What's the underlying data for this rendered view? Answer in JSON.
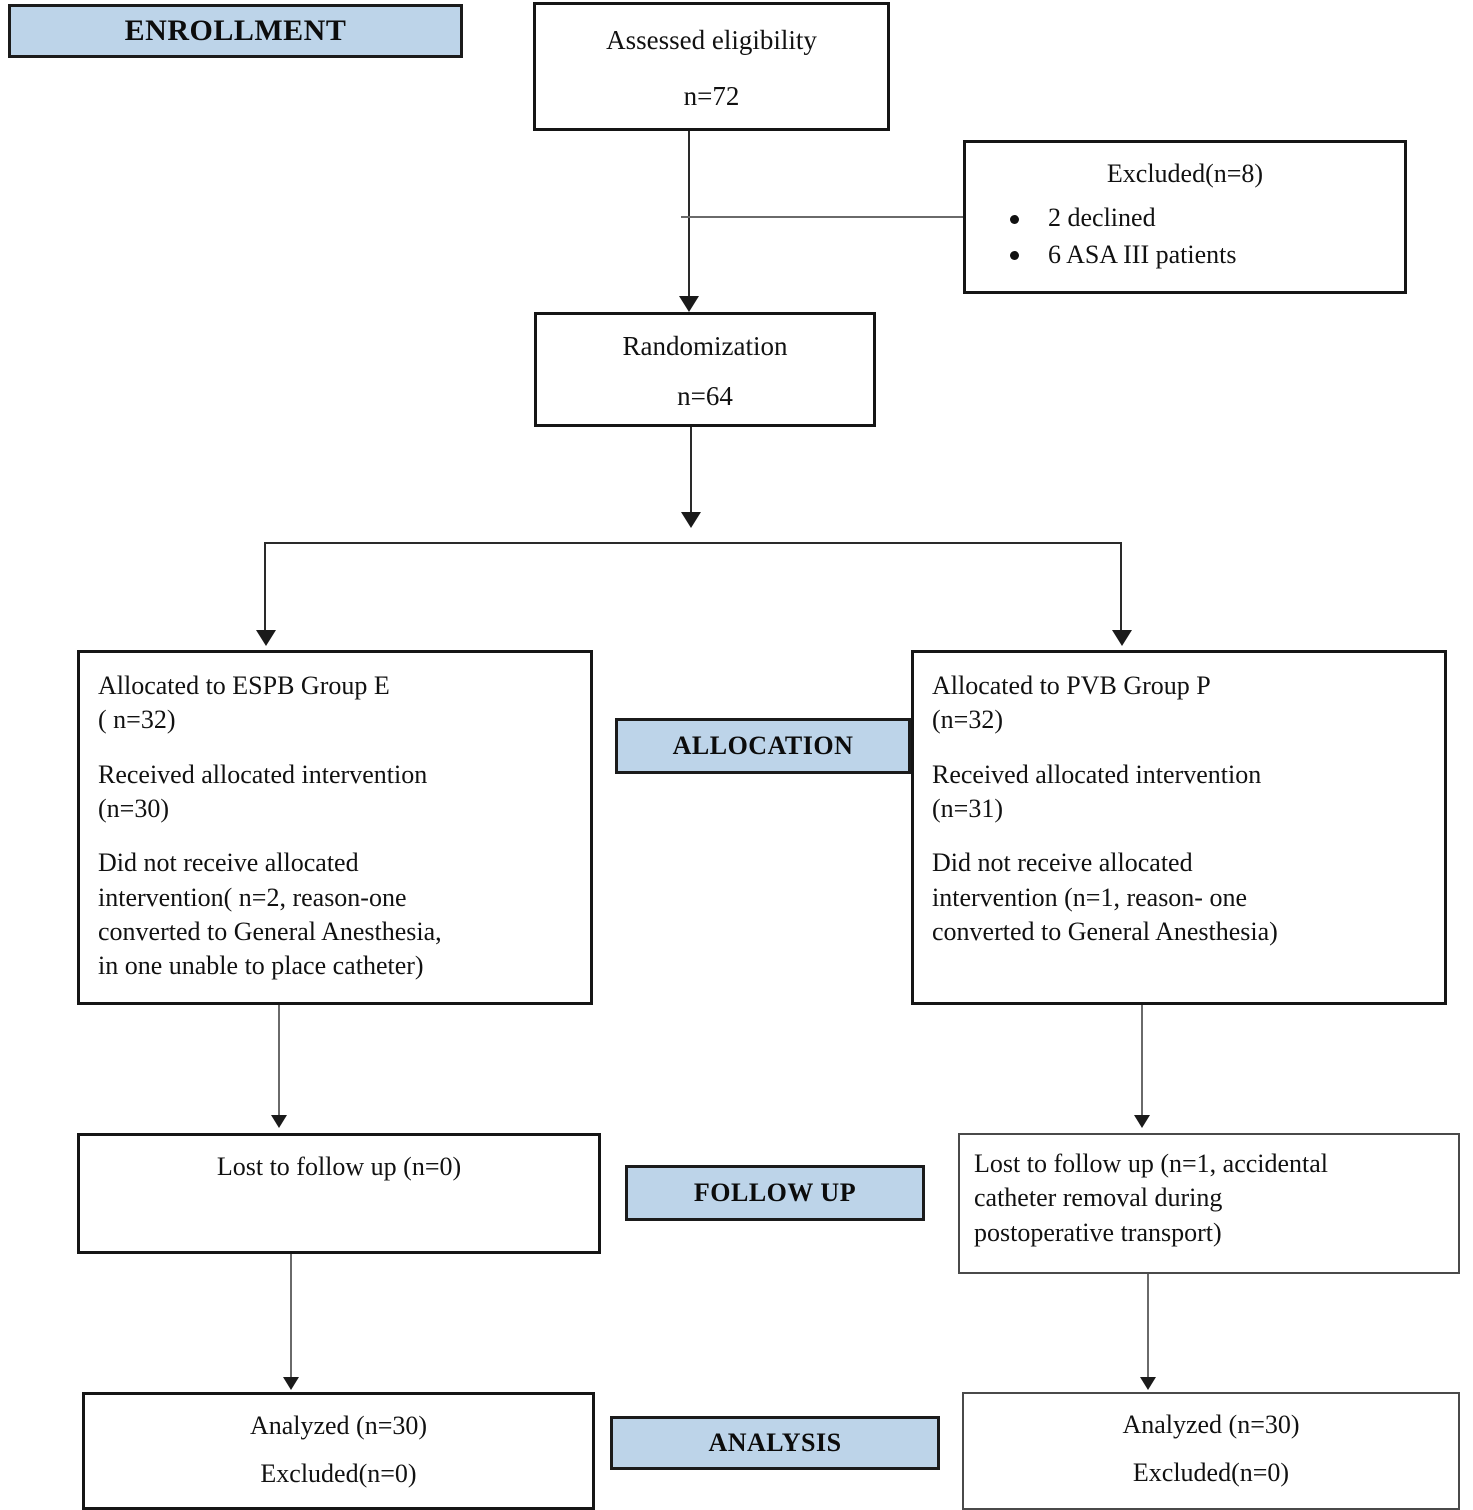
{
  "diagram": {
    "type": "consort-flow-diagram",
    "accent_blue": "#bdd4e9",
    "border_color": "#151515"
  },
  "stages": {
    "enrollment": "ENROLLMENT",
    "allocation": "ALLOCATION",
    "follow_up": "FOLLOW UP",
    "analysis": "ANALYSIS"
  },
  "nodes": {
    "assessed": {
      "line1": "Assessed eligibility",
      "line2": "n=72"
    },
    "excluded": {
      "title": "Excluded(n=8)",
      "bullets": [
        "2 declined",
        "6 ASA III patients"
      ]
    },
    "randomization": {
      "line1": "Randomization",
      "line2": "n=64"
    },
    "alloc_left": {
      "line1": "Allocated to ESPB Group E",
      "line2": "( n=32)",
      "line3": "Received allocated intervention",
      "line4": "(n=30)",
      "line5": "Did not receive allocated",
      "line6": "intervention( n=2, reason-one",
      "line7": "converted to General Anesthesia,",
      "line8": "in one unable to place catheter)"
    },
    "alloc_right": {
      "line1": "Allocated to PVB Group P",
      "line2": "(n=32)",
      "line3": "Received allocated intervention",
      "line4": "(n=31)",
      "line5": "Did not receive allocated",
      "line6": "intervention (n=1, reason- one",
      "line7": "converted to General Anesthesia)"
    },
    "followup_left": {
      "line1": "Lost to follow up (n=0)"
    },
    "followup_right": {
      "line1": "Lost to follow up (n=1, accidental",
      "line2": "catheter removal during",
      "line3": "postoperative transport)"
    },
    "analyzed_left": {
      "line1": "Analyzed (n=30)",
      "line2": "Excluded(n=0)"
    },
    "analyzed_right": {
      "line1": "Analyzed (n=30)",
      "line2": "Excluded(n=0)"
    }
  },
  "chart_data": {
    "type": "diagram",
    "title": "CONSORT participant flow",
    "nodes": [
      {
        "id": "assessed",
        "label": "Assessed eligibility",
        "n": 72
      },
      {
        "id": "excluded",
        "label": "Excluded",
        "n": 8,
        "reasons": [
          {
            "label": "declined",
            "n": 2
          },
          {
            "label": "ASA III patients",
            "n": 6
          }
        ]
      },
      {
        "id": "randomization",
        "label": "Randomization",
        "n": 64
      },
      {
        "id": "alloc_left",
        "label": "Allocated to ESPB Group E",
        "n": 32,
        "received": 30,
        "not_received": 2
      },
      {
        "id": "alloc_right",
        "label": "Allocated to PVB Group P",
        "n": 32,
        "received": 31,
        "not_received": 1
      },
      {
        "id": "followup_left",
        "label": "Lost to follow up",
        "n": 0
      },
      {
        "id": "followup_right",
        "label": "Lost to follow up",
        "n": 1
      },
      {
        "id": "analyzed_left",
        "label": "Analyzed",
        "n": 30,
        "excluded": 0
      },
      {
        "id": "analyzed_right",
        "label": "Analyzed",
        "n": 30,
        "excluded": 0
      }
    ],
    "edges": [
      {
        "from": "assessed",
        "to": "excluded"
      },
      {
        "from": "assessed",
        "to": "randomization"
      },
      {
        "from": "randomization",
        "to": "alloc_left"
      },
      {
        "from": "randomization",
        "to": "alloc_right"
      },
      {
        "from": "alloc_left",
        "to": "followup_left"
      },
      {
        "from": "alloc_right",
        "to": "followup_right"
      },
      {
        "from": "followup_left",
        "to": "analyzed_left"
      },
      {
        "from": "followup_right",
        "to": "analyzed_right"
      }
    ]
  }
}
